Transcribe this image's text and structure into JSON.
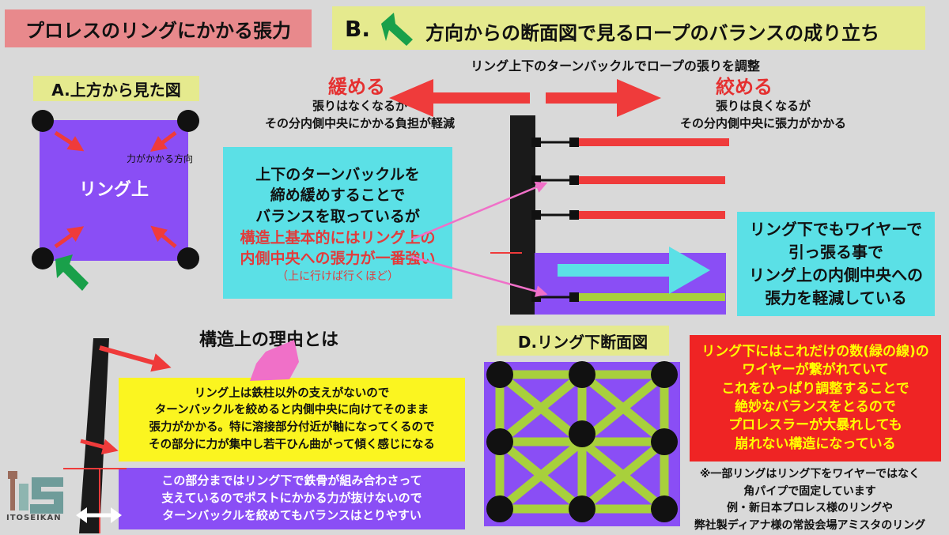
{
  "title": "プロレスのリングにかかる張力",
  "section_b": {
    "letter": "B.",
    "text": "方向からの断面図で見るロープのバランスの成り立ち"
  },
  "section_a": {
    "heading": "A.上方から見た図",
    "ring_label": "リング上",
    "force_label": "力がかかる方向"
  },
  "turnbuckle_note": "リング上下のターンバックルでロープの張りを調整",
  "loosen": {
    "title": "緩める",
    "line1": "張りはなくなるが",
    "line2": "その分内側中央にかかる負担が軽減"
  },
  "tighten": {
    "title": "絞める",
    "line1": "張りは良くなるが",
    "line2": "その分内側中央に張力がかかる"
  },
  "balance_box": {
    "line1": "上下のターンバックルを",
    "line2": "締め緩めすることで",
    "line3": "バランスを取っているが",
    "line4": "構造上基本的にはリング上の",
    "line5": "内側中央への張力が一番強い",
    "note": "（上に行けば行くほど）"
  },
  "under_wire_box": {
    "line1": "リング下でもワイヤーで",
    "line2": "引っ張る事で",
    "line3": "リング上の内側中央への",
    "line4": "張力を軽減している"
  },
  "reason_heading": "構造上の理由とは",
  "yellow_box": {
    "line1": "リング上は鉄柱以外の支えがないので",
    "line2": "ターンバックルを絞めると内側中央に向けてそのまま",
    "line3": "張力がかかる。特に溶接部分付近が軸になってくるので",
    "line4": "その部分に力が集中し若干ひん曲がって傾く感じになる"
  },
  "purple_box": {
    "line1": "この部分まではリング下で鉄骨が組み合わさって",
    "line2": "支えているのでポストにかかる力が抜けないので",
    "line3": "ターンバックルを絞めてもバランスはとりやすい"
  },
  "section_d": {
    "heading": "D.リング下断面図"
  },
  "red_box": {
    "line1": "リング下にはこれだけの数(緑の線)の",
    "line2": "ワイヤーが繋がれていて",
    "line3": "これをひっぱり調整することで",
    "line4": "絶妙なバランスをとるので",
    "line5": "プロレスラーが大暴れしても",
    "line6": "崩れない構造になっている"
  },
  "footnote": {
    "line1": "※一部リングはリング下をワイヤーではなく",
    "line2": "角パイプで固定しています",
    "line3": "例・新日本プロレス様のリングや",
    "line4": "弊社製ディアナ様の常設会場アミスタのリング"
  },
  "logo": {
    "letters": "iS",
    "text": "ITOSEIKAN"
  },
  "colors": {
    "ring_purple": "#8a4ef5",
    "arrow_red": "#ef3b3b",
    "arrow_green": "#19a04a",
    "cyan": "#5be0e6",
    "yellow": "#fbf520",
    "wire_green": "#a8d03c",
    "pink": "#f070c8"
  }
}
